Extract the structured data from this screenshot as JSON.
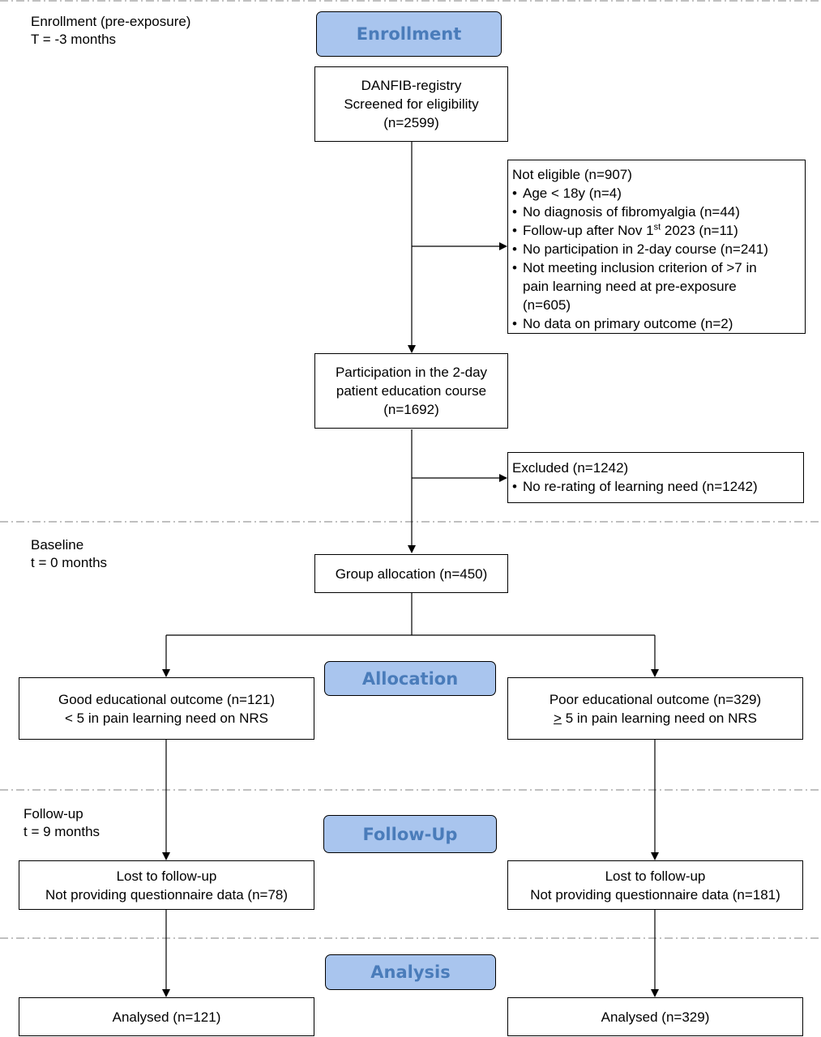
{
  "phases": {
    "enrollment": {
      "line1": "Enrollment  (pre-exposure)",
      "line2": "T = -3 months"
    },
    "baseline": {
      "line1": "Baseline",
      "line2": "t = 0 months"
    },
    "followup": {
      "line1": "Follow-up",
      "line2": "t = 9 months"
    }
  },
  "stages": {
    "enrollment": "Enrollment",
    "allocation": "Allocation",
    "followup": "Follow-Up",
    "analysis": "Analysis"
  },
  "boxes": {
    "registry": {
      "line1": "DANFIB-registry",
      "line2": "Screened for eligibility",
      "line3": "(n=2599)"
    },
    "not_eligible": {
      "title": "Not eligible (n=907)",
      "items": [
        "Age < 18y (n=4)",
        "No diagnosis of fibromyalgia (n=44)",
        "Follow-up after Nov 1",
        "No participation in 2-day course (n=241)",
        "Not meeting inclusion criterion of >7 in pain learning need at pre-exposure (n=605)",
        "No data on primary outcome (n=2)"
      ],
      "followup_sup": "st",
      "followup_rest": " 2023 (n=11)"
    },
    "participation": {
      "line1": "Participation in the 2-day",
      "line2": "patient education course",
      "line3": "(n=1692)"
    },
    "excluded": {
      "title": "Excluded (n=1242)",
      "items": [
        "No re-rating of learning need (n=1242)"
      ]
    },
    "allocation": {
      "text": "Group allocation (n=450)"
    },
    "good": {
      "line1": "Good educational outcome (n=121)",
      "line2": "< 5 in pain learning need on NRS"
    },
    "poor": {
      "line1": "Poor educational outcome (n=329)",
      "line2_symbol": ">",
      "line2_rest": " 5 in pain learning need on NRS"
    },
    "lost_left": {
      "line1": "Lost to follow-up",
      "line2": "Not providing questionnaire data (n=78)"
    },
    "lost_right": {
      "line1": "Lost to follow-up",
      "line2": "Not providing questionnaire data (n=181)"
    },
    "analysed_left": {
      "text": "Analysed  (n=121)"
    },
    "analysed_right": {
      "text": "Analysed  (n=329)"
    }
  }
}
